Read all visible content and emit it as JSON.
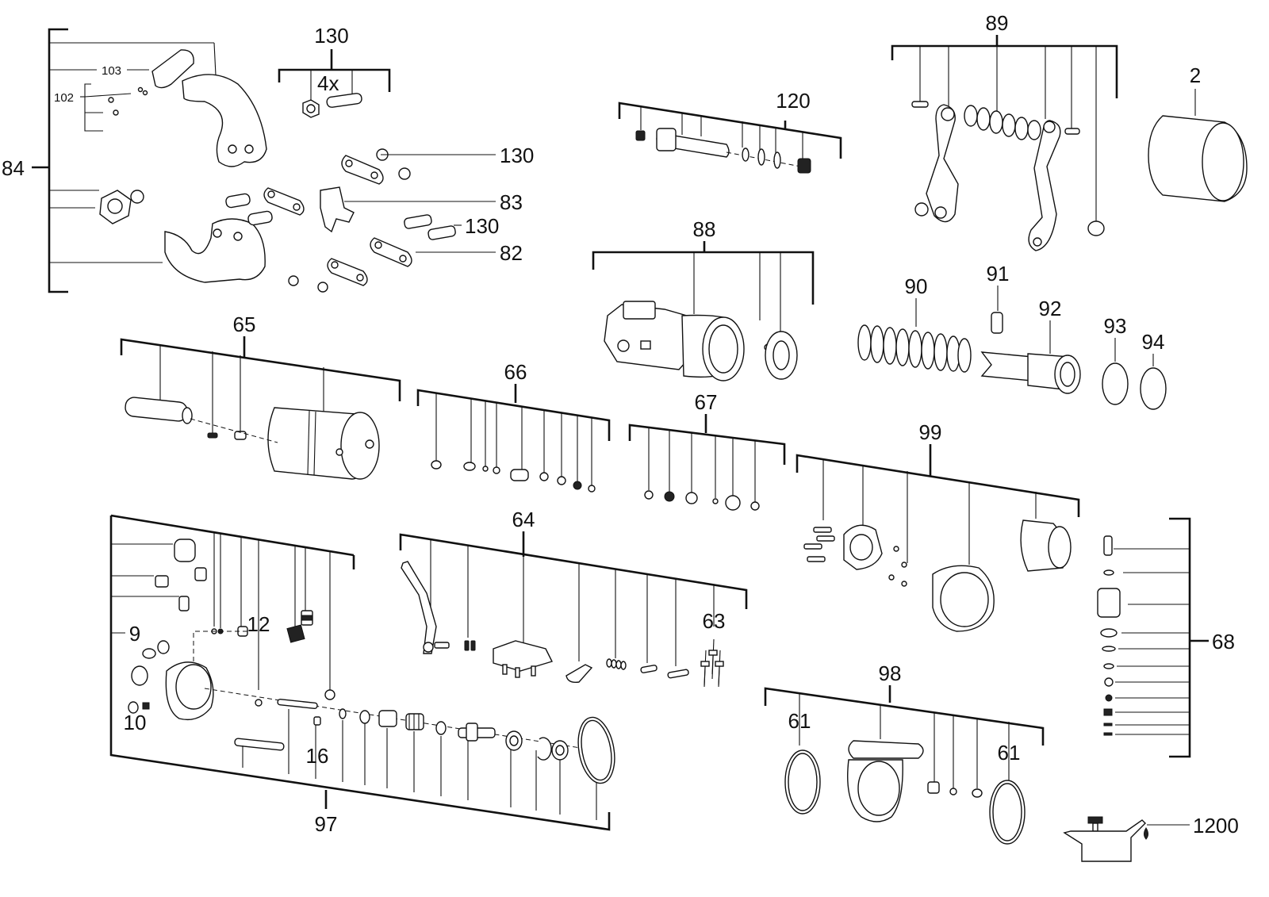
{
  "labels": {
    "l2": "2",
    "l9": "9",
    "l10": "10",
    "l12": "12",
    "l16": "16",
    "l61a": "61",
    "l61b": "61",
    "l63": "63",
    "l64": "64",
    "l65": "65",
    "l66": "66",
    "l67": "67",
    "l68": "68",
    "l82": "82",
    "l83": "83",
    "l84": "84",
    "l88": "88",
    "l89": "89",
    "l90": "90",
    "l91": "91",
    "l92": "92",
    "l93": "93",
    "l94": "94",
    "l97": "97",
    "l98": "98",
    "l99": "99",
    "l102": "102",
    "l103": "103",
    "l120": "120",
    "l130a": "130",
    "l130b": "130",
    "l130c": "130",
    "l1200": "1200",
    "qty4x": "4x"
  }
}
